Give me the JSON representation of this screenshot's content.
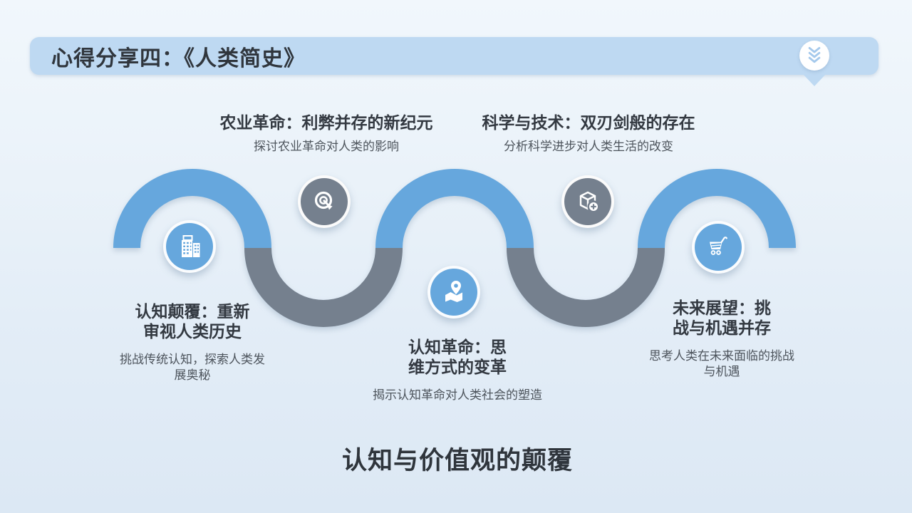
{
  "header": {
    "title": "心得分享四：《人类简史》"
  },
  "footer": {
    "heading": "认知与价值观的颠覆"
  },
  "colors": {
    "blue": "#66a7dd",
    "gray": "#75808e",
    "bar": "#bed9f2",
    "chevron": "#a5c9ec",
    "heading_text": "#333941",
    "desc_text": "#4d545c"
  },
  "milestones": [
    {
      "icon": "building-icon",
      "title": "认知颠覆：重新\n审视人类历史",
      "desc": "挑战传统认知，探索人类发\n展奥秘"
    },
    {
      "icon": "target-arrow-icon",
      "title": "农业革命：利弊并存的新纪元",
      "desc": "探讨农业革命对人类的影响"
    },
    {
      "icon": "map-pin-icon",
      "title": "认知革命：思\n维方式的变革",
      "desc": "揭示认知革命对人类社会的塑造"
    },
    {
      "icon": "package-add-icon",
      "title": "科学与技术：双刃剑般的存在",
      "desc": "分析科学进步对人类生活的改变"
    },
    {
      "icon": "shopping-cart-icon",
      "title": "未来展望：挑\n战与机遇并存",
      "desc": "思考人类在未来面临的挑战\n与机遇"
    }
  ]
}
